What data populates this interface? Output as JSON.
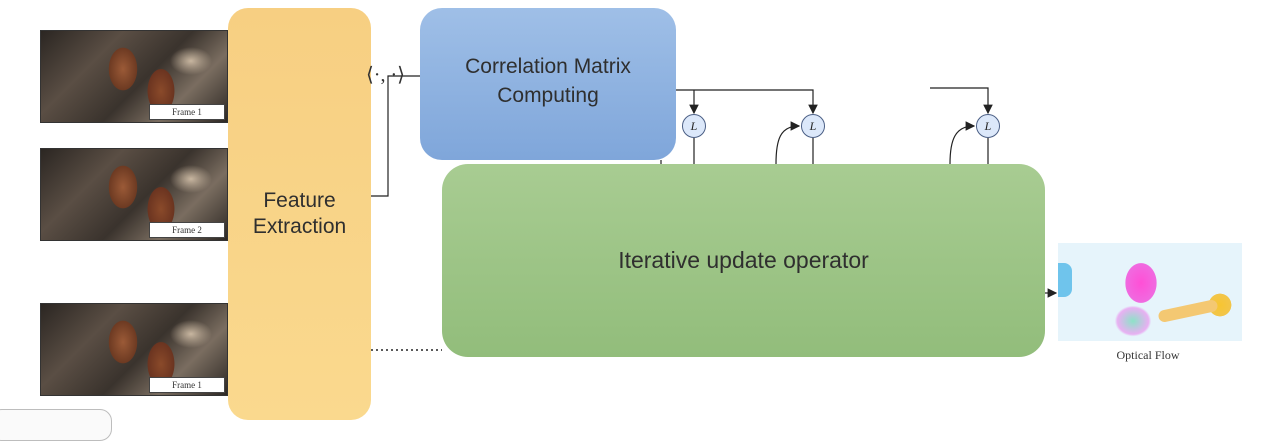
{
  "frames": [
    {
      "label": "Frame 1"
    },
    {
      "label": "Frame 2"
    },
    {
      "label": "Frame 1"
    }
  ],
  "blocks": {
    "feature_extraction": "Feature Extraction",
    "correlation": "Correlation Matrix Computing",
    "iterative": "Iterative update operator"
  },
  "inner_product_symbol": "⟨·, ·⟩",
  "lookup_label": "L",
  "output_label": "Optical Flow",
  "colors": {
    "feature": "#f9d488",
    "correlation": "#8fb3e0",
    "iterative": "#9ec787",
    "lookup_node": "#dce8fa"
  }
}
